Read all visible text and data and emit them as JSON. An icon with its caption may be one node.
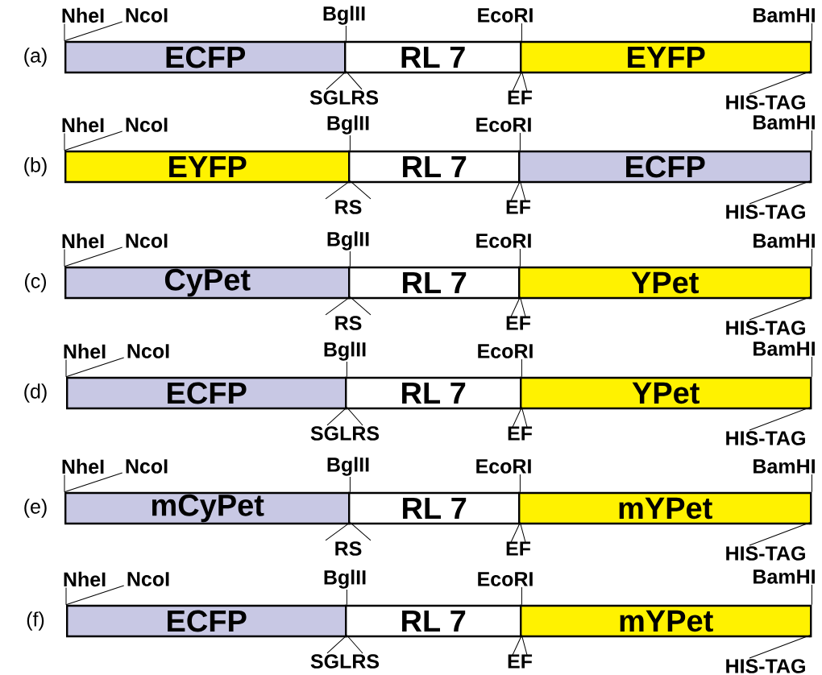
{
  "diagram": {
    "nodes": [
      {
        "text": [
          "NheI"
        ]
      },
      {
        "text": [
          "NcoI"
        ]
      },
      {
        "text": [
          "BglII"
        ]
      },
      {
        "text": [
          "EcoRI"
        ]
      },
      {
        "text": [
          "BamHI"
        ]
      },
      {
        "text": [
          "ECFP"
        ]
      },
      {
        "text": [
          "RL 7"
        ]
      },
      {
        "text": [
          "EYFP"
        ]
      },
      {
        "text": [
          "SGLRS"
        ]
      },
      {
        "text": [
          "EF"
        ]
      },
      {
        "text": [
          "HIS-TAG"
        ]
      },
      {
        "text": [
          "NheI"
        ]
      },
      {
        "text": [
          "NcoI"
        ]
      },
      {
        "text": [
          "BglII"
        ]
      },
      {
        "text": [
          "EcoRI"
        ]
      },
      {
        "text": [
          "BamHI"
        ]
      },
      {
        "text": [
          "EYFP"
        ]
      },
      {
        "text": [
          "RL 7"
        ]
      },
      {
        "text": [
          "ECFP"
        ]
      },
      {
        "text": [
          "RS"
        ]
      },
      {
        "text": [
          "EF"
        ]
      },
      {
        "text": [
          "HIS-TAG"
        ]
      },
      {
        "text": [
          "NheI"
        ]
      },
      {
        "text": [
          "NcoI"
        ]
      },
      {
        "text": [
          "BglII"
        ]
      },
      {
        "text": [
          "EcoRI"
        ]
      },
      {
        "text": [
          "BamHI"
        ]
      },
      {
        "text": [
          "CyPet"
        ]
      },
      {
        "text": [
          "RL 7"
        ]
      },
      {
        "text": [
          "YPet"
        ]
      },
      {
        "text": [
          "RS"
        ]
      },
      {
        "text": [
          "EF"
        ]
      },
      {
        "text": [
          "HIS-TAG"
        ]
      },
      {
        "text": [
          "NheI"
        ]
      },
      {
        "text": [
          "NcoI"
        ]
      },
      {
        "text": [
          "BglII"
        ]
      },
      {
        "text": [
          "EcoRI"
        ]
      },
      {
        "text": [
          "BamHI"
        ]
      },
      {
        "text": [
          "ECFP"
        ]
      },
      {
        "text": [
          "RL 7"
        ]
      },
      {
        "text": [
          "YPet"
        ]
      },
      {
        "text": [
          "SGLRS"
        ]
      },
      {
        "text": [
          "EF"
        ]
      },
      {
        "text": [
          "HIS-TAG"
        ]
      },
      {
        "text": [
          "NheI"
        ]
      },
      {
        "text": [
          "NcoI"
        ]
      },
      {
        "text": [
          "BglII"
        ]
      },
      {
        "text": [
          "EcoRI"
        ]
      },
      {
        "text": [
          "BamHI"
        ]
      },
      {
        "text": [
          "mCyPet"
        ]
      },
      {
        "text": [
          "RL 7"
        ]
      },
      {
        "text": [
          "mYPet"
        ]
      },
      {
        "text": [
          "RS"
        ]
      },
      {
        "text": [
          "EF"
        ]
      },
      {
        "text": [
          "HIS-TAG"
        ]
      },
      {
        "text": [
          "NheI"
        ]
      },
      {
        "text": [
          "NcoI"
        ]
      },
      {
        "text": [
          "BglII"
        ]
      },
      {
        "text": [
          "EcoRI"
        ]
      },
      {
        "text": [
          "BamHI"
        ]
      },
      {
        "text": [
          "ECFP"
        ]
      },
      {
        "text": [
          "RL 7"
        ]
      },
      {
        "text": [
          "mYPet"
        ]
      },
      {
        "text": [
          "SGLRS"
        ]
      },
      {
        "text": [
          "EF"
        ]
      },
      {
        "text": [
          "HIS-TAG"
        ]
      }
    ],
    "edges": [
      {
        "from": 0,
        "to": 5,
        "arrow": "none"
      },
      {
        "from": 1,
        "to": 5,
        "arrow": "none"
      },
      {
        "from": 2,
        "to": 5,
        "arrow": "none"
      },
      {
        "from": 8,
        "to": 5,
        "arrow": "none"
      },
      {
        "from": 3,
        "to": 6,
        "arrow": "none"
      },
      {
        "from": 9,
        "to": 6,
        "arrow": "none"
      },
      {
        "from": 4,
        "to": 7,
        "arrow": "none"
      },
      {
        "from": 10,
        "to": 7,
        "arrow": "none"
      },
      {
        "from": 11,
        "to": 16,
        "arrow": "none"
      },
      {
        "from": 12,
        "to": 16,
        "arrow": "none"
      },
      {
        "from": 13,
        "to": 16,
        "arrow": "none"
      },
      {
        "from": 19,
        "to": 16,
        "arrow": "none"
      },
      {
        "from": 14,
        "to": 17,
        "arrow": "none"
      },
      {
        "from": 20,
        "to": 17,
        "arrow": "none"
      },
      {
        "from": 15,
        "to": 18,
        "arrow": "none"
      },
      {
        "from": 21,
        "to": 18,
        "arrow": "none"
      },
      {
        "from": 22,
        "to": 27,
        "arrow": "none"
      },
      {
        "from": 23,
        "to": 27,
        "arrow": "none"
      },
      {
        "from": 24,
        "to": 27,
        "arrow": "none"
      },
      {
        "from": 30,
        "to": 27,
        "arrow": "none"
      },
      {
        "from": 25,
        "to": 28,
        "arrow": "none"
      },
      {
        "from": 31,
        "to": 28,
        "arrow": "none"
      },
      {
        "from": 26,
        "to": 29,
        "arrow": "none"
      },
      {
        "from": 32,
        "to": 29,
        "arrow": "none"
      },
      {
        "from": 33,
        "to": 38,
        "arrow": "none"
      },
      {
        "from": 34,
        "to": 38,
        "arrow": "none"
      },
      {
        "from": 35,
        "to": 38,
        "arrow": "none"
      },
      {
        "from": 41,
        "to": 38,
        "arrow": "none"
      },
      {
        "from": 36,
        "to": 39,
        "arrow": "none"
      },
      {
        "from": 42,
        "to": 39,
        "arrow": "none"
      },
      {
        "from": 37,
        "to": 40,
        "arrow": "none"
      },
      {
        "from": 43,
        "to": 40,
        "arrow": "none"
      },
      {
        "from": 44,
        "to": 49,
        "arrow": "none"
      },
      {
        "from": 45,
        "to": 49,
        "arrow": "none"
      },
      {
        "from": 46,
        "to": 49,
        "arrow": "none"
      },
      {
        "from": 52,
        "to": 49,
        "arrow": "none"
      },
      {
        "from": 47,
        "to": 50,
        "arrow": "none"
      },
      {
        "from": 53,
        "to": 50,
        "arrow": "none"
      },
      {
        "from": 48,
        "to": 51,
        "arrow": "none"
      },
      {
        "from": 54,
        "to": 51,
        "arrow": "none"
      },
      {
        "from": 55,
        "to": 60,
        "arrow": "none"
      },
      {
        "from": 56,
        "to": 60,
        "arrow": "none"
      },
      {
        "from": 57,
        "to": 60,
        "arrow": "none"
      },
      {
        "from": 63,
        "to": 60,
        "arrow": "none"
      },
      {
        "from": 58,
        "to": 61,
        "arrow": "none"
      },
      {
        "from": 64,
        "to": 61,
        "arrow": "none"
      },
      {
        "from": 59,
        "to": 62,
        "arrow": "none"
      },
      {
        "from": 65,
        "to": 62,
        "arrow": "none"
      }
    ],
    "labels": [
      "(a)",
      "(b)",
      "(c)",
      "(d)",
      "(e)",
      "(f)"
    ]
  }
}
